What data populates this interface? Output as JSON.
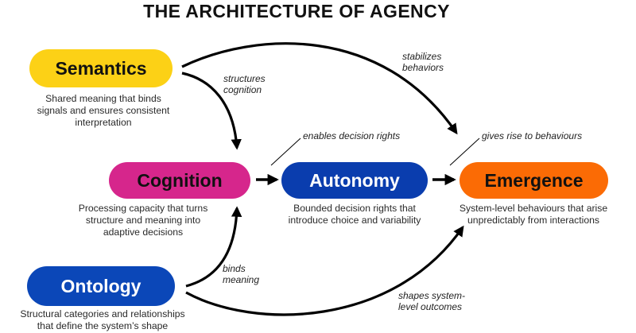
{
  "title": "THE ARCHITECTURE OF AGENCY",
  "colors": {
    "semantics": "#fcd116",
    "cognition": "#d6268c",
    "autonomy": "#0a3dae",
    "emergence": "#fb6b05",
    "ontology": "#0b47b8",
    "arrow": "#000000"
  },
  "nodes": {
    "semantics": {
      "label": "Semantics",
      "description": "Shared meaning that binds signals and ensures consistent interpretation"
    },
    "cognition": {
      "label": "Cognition",
      "description": "Processing capacity that turns structure and meaning into adaptive decisions"
    },
    "autonomy": {
      "label": "Autonomy",
      "description": "Bounded decision rights that introduce choice and variability"
    },
    "emergence": {
      "label": "Emergence",
      "description": "System-level behaviours that arise unpredictably from interactions"
    },
    "ontology": {
      "label": "Ontology",
      "description": "Structural categories and relationships that define the system’s shape"
    }
  },
  "edges": {
    "semantics_cognition": "structures cognition",
    "semantics_emergence": "stabilizes behaviors",
    "cognition_autonomy": "enables decision rights",
    "autonomy_emergence": "gives rise to behaviours",
    "ontology_cognition": "binds meaning",
    "ontology_emergence": "shapes system-level outcomes"
  }
}
